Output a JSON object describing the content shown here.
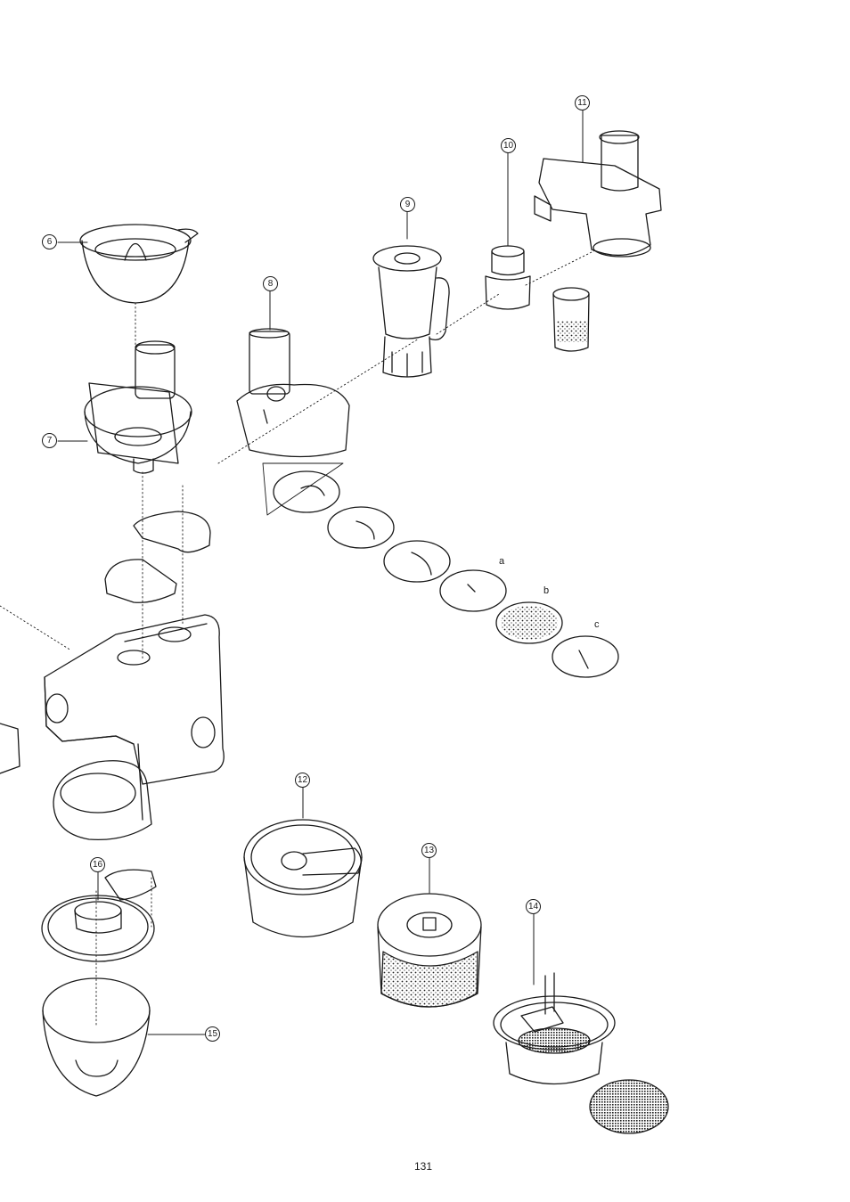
{
  "callouts": {
    "c6": "6",
    "c7": "7",
    "c8": "8",
    "c9": "9",
    "c10": "10",
    "c11": "11",
    "c12": "12",
    "c13": "13",
    "c14": "14",
    "c15": "15",
    "c16": "16"
  },
  "disc_letters": {
    "a": "a",
    "b": "b",
    "c": "c"
  },
  "page_number": "131"
}
